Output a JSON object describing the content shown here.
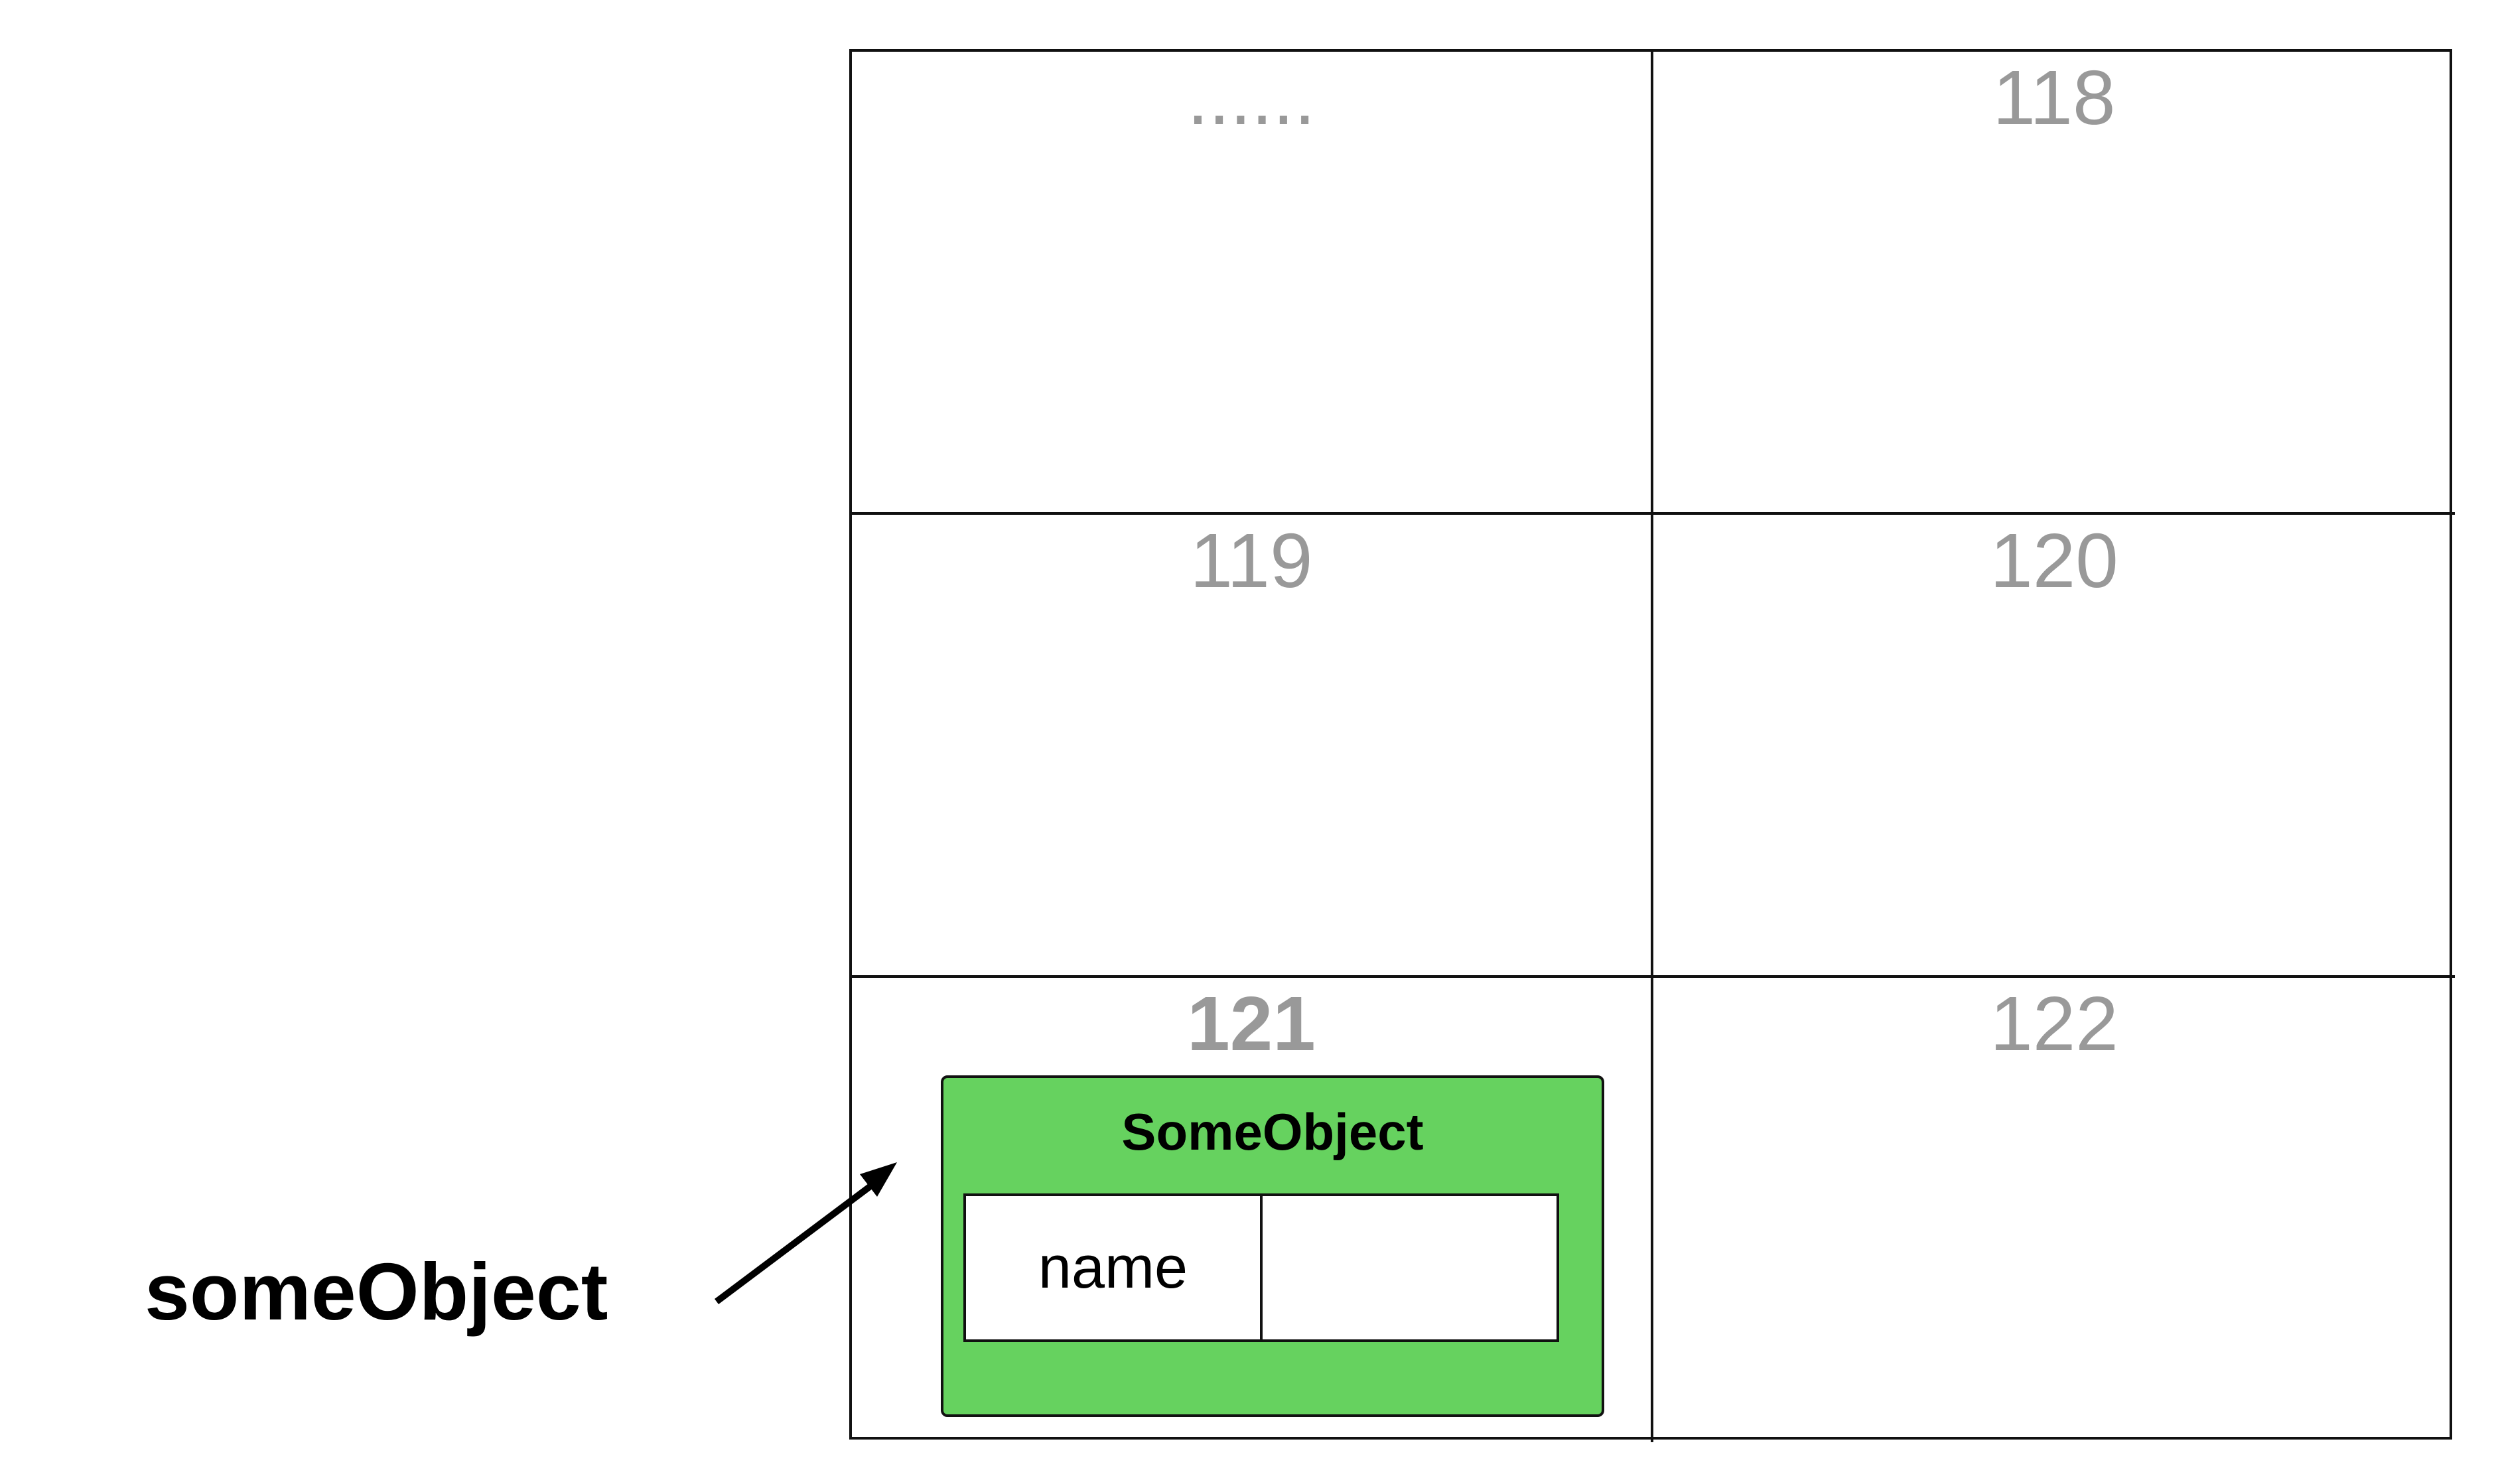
{
  "memory_cells": [
    {
      "label": "......",
      "emphasized": false
    },
    {
      "label": "118",
      "emphasized": false
    },
    {
      "label": "119",
      "emphasized": false
    },
    {
      "label": "120",
      "emphasized": false
    },
    {
      "label": "121",
      "emphasized": true
    },
    {
      "label": "122",
      "emphasized": false
    }
  ],
  "object": {
    "title": "SomeObject",
    "fill_color": "#66d25f",
    "field_name": "name",
    "field_value": ""
  },
  "reference": {
    "label": "someObject"
  },
  "colors": {
    "cell_label": "#999999",
    "outline": "#111111"
  }
}
